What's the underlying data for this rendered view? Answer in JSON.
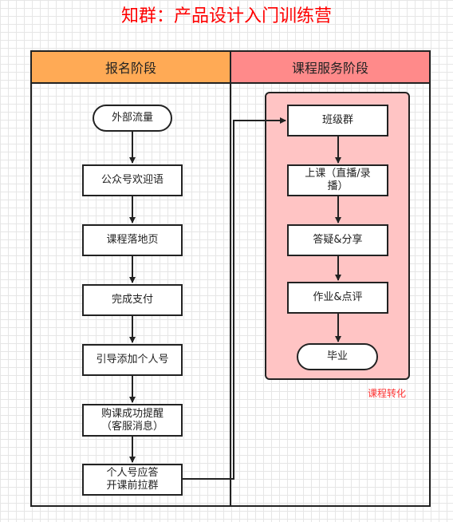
{
  "title": "知群：产品设计入门训练营",
  "lanes": {
    "left": "报名阶段",
    "right": "课程服务阶段"
  },
  "group_label": "课程转化",
  "nodes": {
    "external_traffic": "外部流量",
    "official_account": "公众号欢迎语",
    "landing_page": "课程落地页",
    "payment": "完成支付",
    "add_personal": "引导添加个人号",
    "purchase_reminder_l1": "购课成功提醒",
    "purchase_reminder_l2": "（客服消息）",
    "personal_reply_l1": "个人号应答",
    "personal_reply_l2": "开课前拉群",
    "class_group": "班级群",
    "lesson_l1": "上课（直播/录",
    "lesson_l2": "播）",
    "qa": "答疑&分享",
    "homework": "作业&点评",
    "graduate": "毕业"
  },
  "colors": {
    "title": "#ff0000",
    "left_header": "#ffaa55",
    "right_header": "#ff8a8a",
    "group_fill": "#ffc4c4",
    "group_label": "#ff3333"
  }
}
